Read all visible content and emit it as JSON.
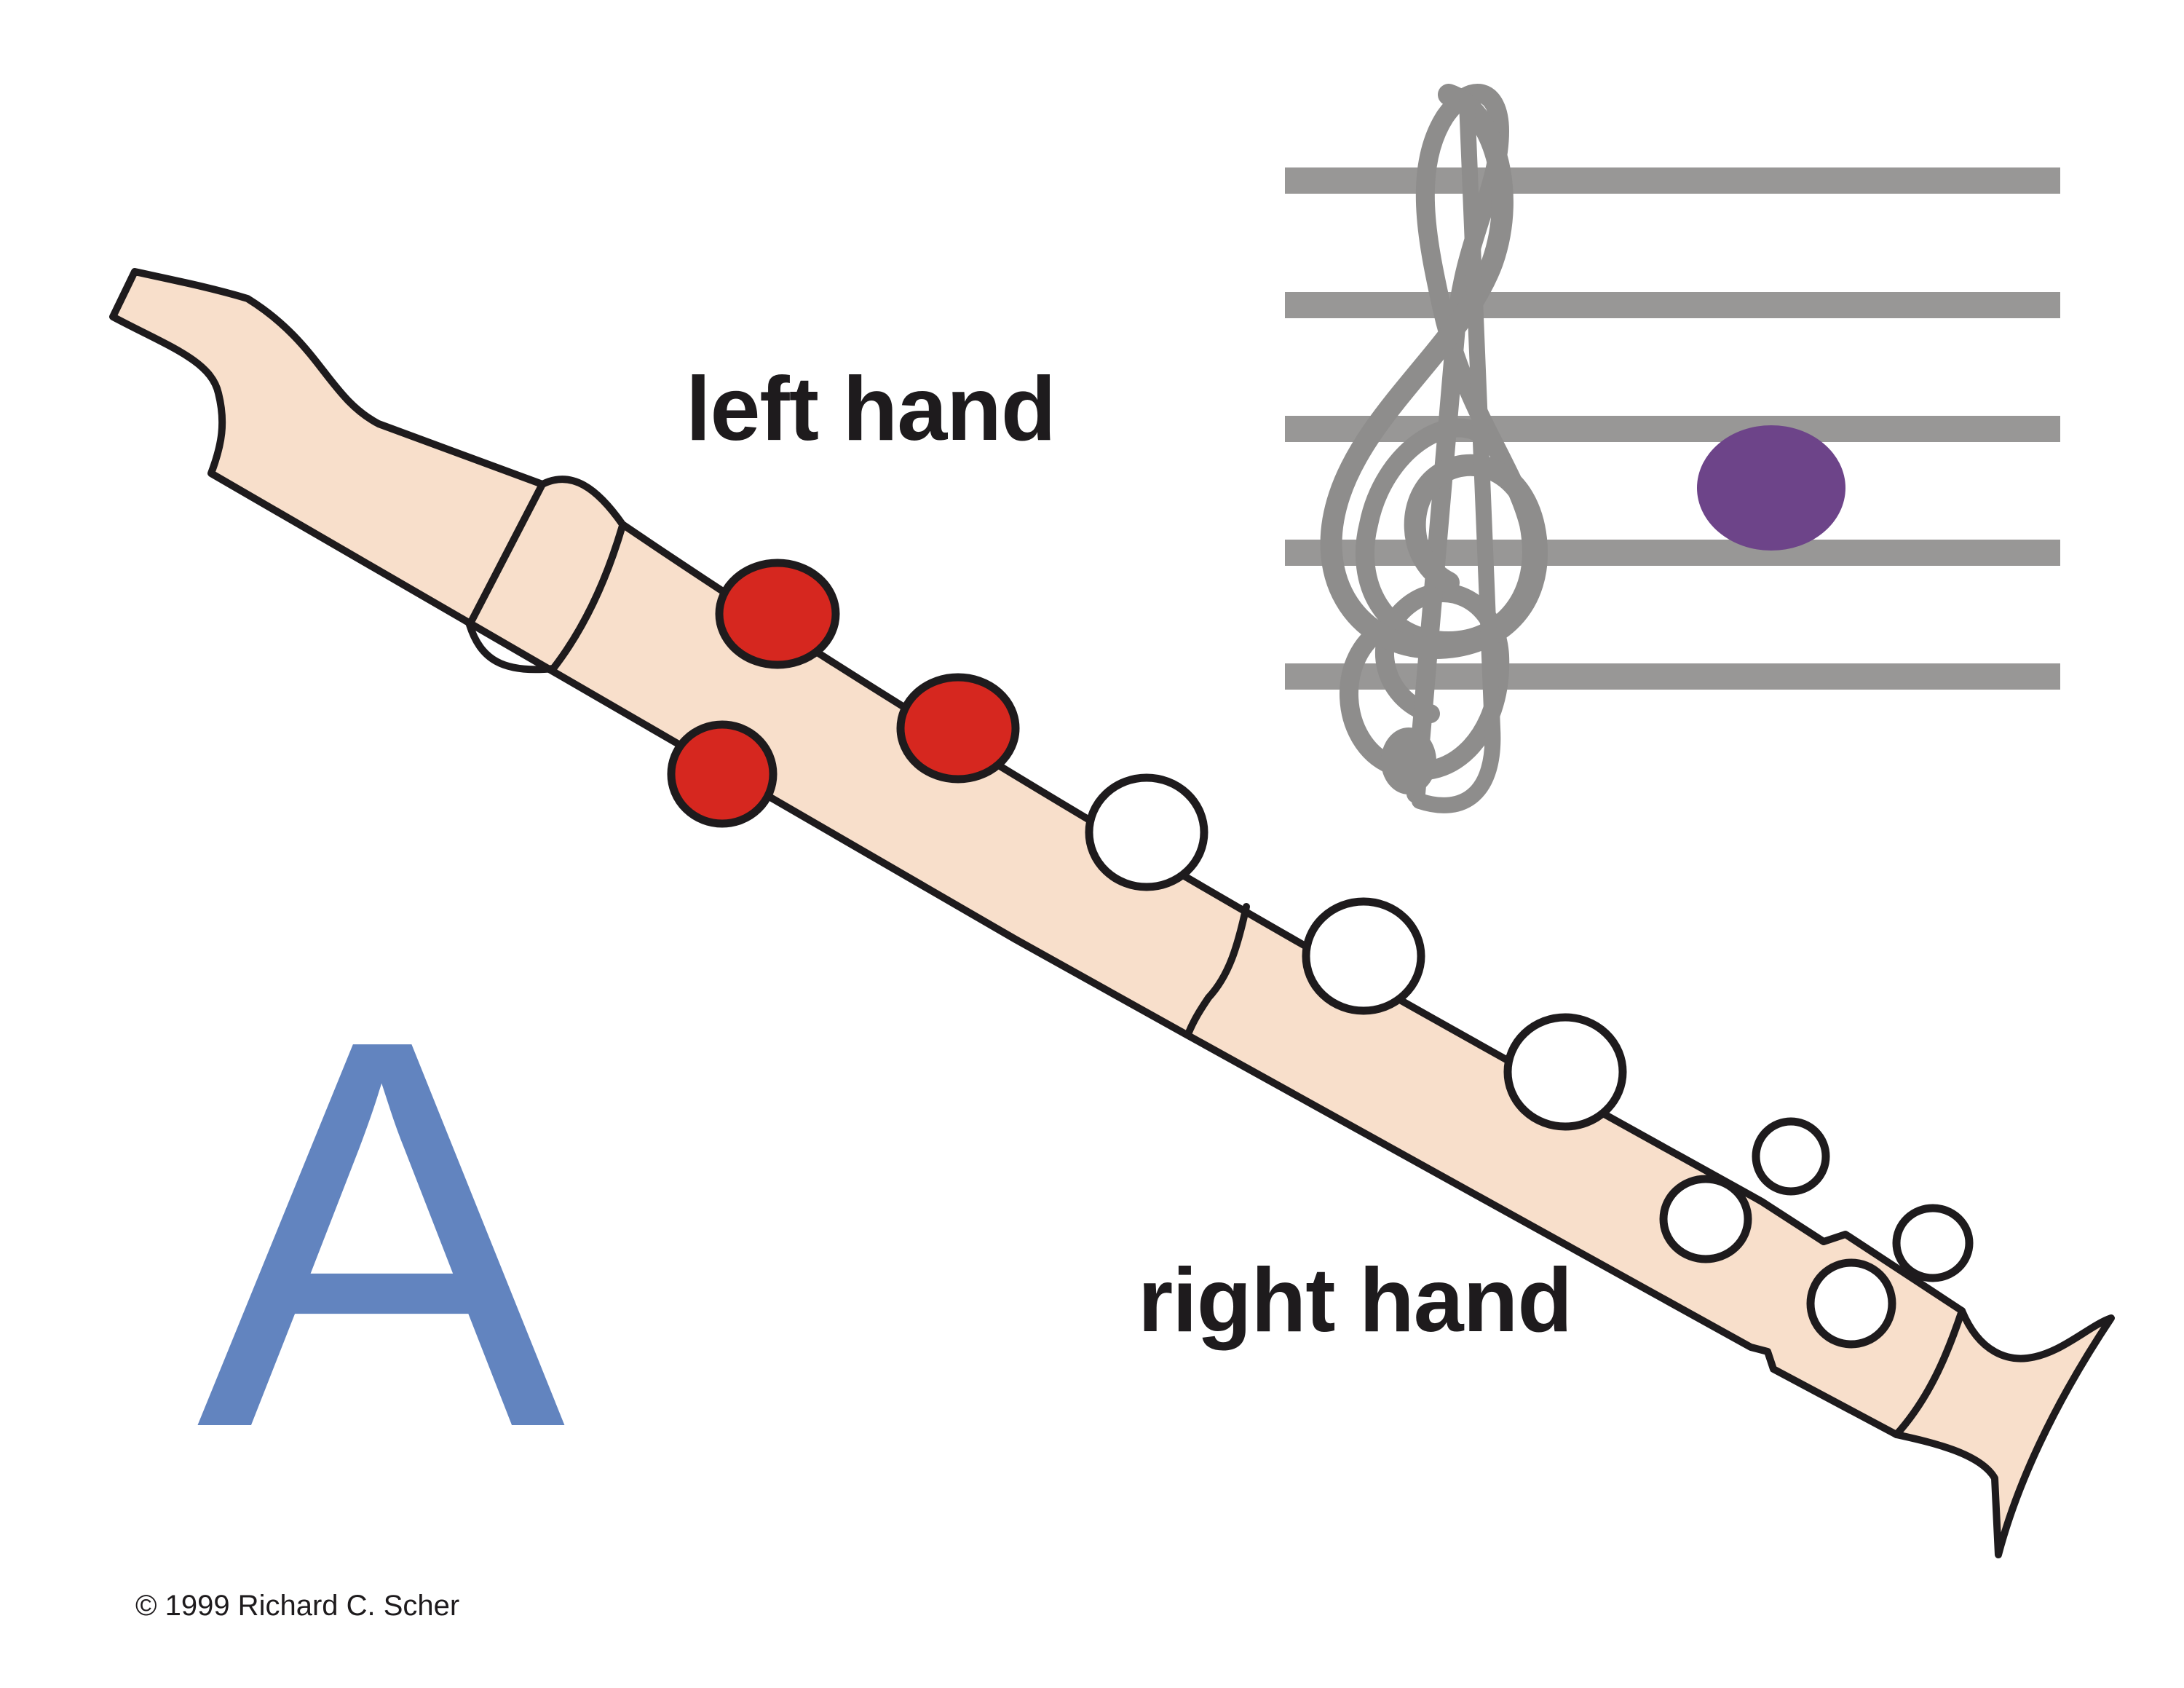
{
  "labels": {
    "left_hand": "left hand",
    "right_hand": "right hand",
    "note": "A",
    "copyright": "© 1999 Richard C. Scher"
  },
  "colors": {
    "recorder_body": "#f8dfcb",
    "outline": "#1e1b1d",
    "closed_hole": "#d6271f",
    "open_hole": "#ffffff",
    "staff": "#989796",
    "clef": "#8e8d8c",
    "note_head": "#6d4489",
    "note_letter": "#6284bf"
  },
  "fingering": {
    "thumb_hole": "closed",
    "holes": [
      "closed",
      "closed",
      "open",
      "open",
      "open",
      "open",
      "open",
      "open"
    ]
  },
  "staff": {
    "clef": "treble-clef-icon",
    "note_position": "second space"
  }
}
